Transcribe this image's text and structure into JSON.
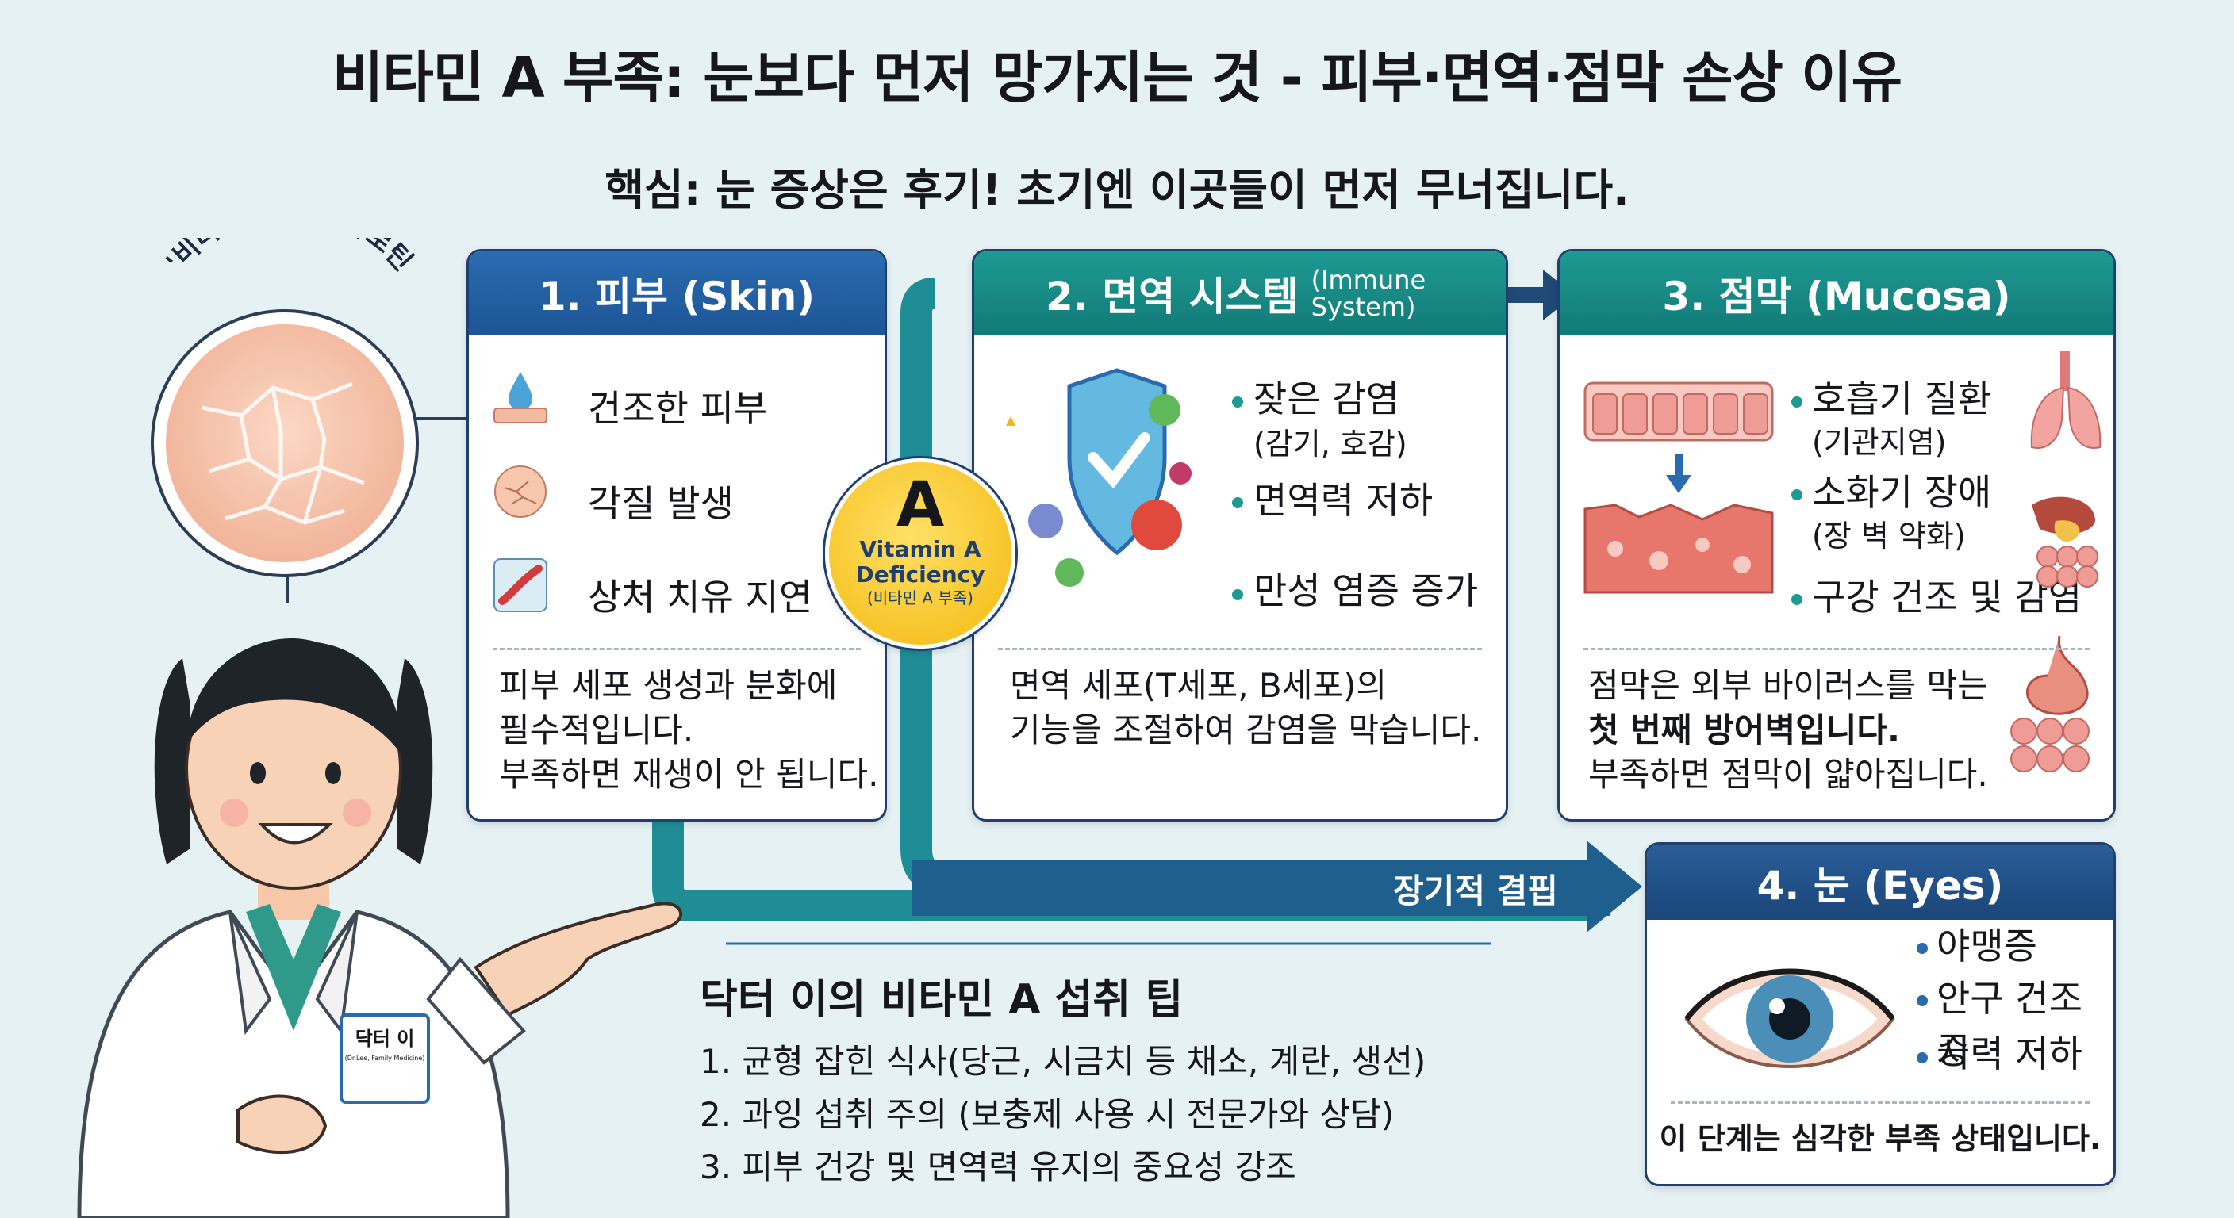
{
  "title": "비타민 A 부족: 눈보다 먼저 망가지는 것 - 피부·면역·점막 손상 이유",
  "subtitle": "핵심: 눈 증상은 후기! 초기엔 이곳들이 먼저 무너집니다.",
  "badge_arc_text": "'비타민 A'·레티카로틴",
  "vitamin_badge": {
    "letter": "A",
    "line1": "Vitamin A",
    "line2": "Deficiency",
    "line3": "(비타민 A 부족)"
  },
  "skin": {
    "header": "1. 피부 (Skin)",
    "items": [
      "건조한 피부",
      "각질 발생",
      "상처 치유 지연"
    ],
    "desc": [
      "피부 세포 생성과 분화에",
      "필수적입니다.",
      "부족하면 재생이 안 됩니다."
    ]
  },
  "immune": {
    "header_main": "2. 면역 시스템",
    "header_sub1": "(Immune",
    "header_sub2": "System)",
    "items": [
      {
        "label": "잦은 감염",
        "sub": "(감기, 호감)"
      },
      {
        "label": "면역력 저하",
        "sub": ""
      },
      {
        "label": "만성 염증 증가",
        "sub": ""
      }
    ],
    "desc": [
      "면역 세포(T세포,  B세포)의",
      "기능을 조절하여 감염을 막습니다."
    ]
  },
  "mucosa": {
    "header": "3. 점막 (Mucosa)",
    "items": [
      {
        "label": "호흡기 질환",
        "sub": "(기관지염)"
      },
      {
        "label": "소화기 장애",
        "sub": "(장 벽 약화)"
      },
      {
        "label": "구강 건조 및 감염",
        "sub": ""
      }
    ],
    "desc": [
      "점막은 외부 바이러스를 막는",
      "첫 번째 방어벽입니다.",
      "부족하면 점막이 얇아집니다."
    ]
  },
  "eyes": {
    "header": "4. 눈 (Eyes)",
    "items": [
      "야맹증",
      "안구 건조증",
      "시력 저하"
    ],
    "desc": "이 단계는 심각한 부족 상태입니다."
  },
  "arrow_label": "장기적 결핍",
  "tips": {
    "title": "닥터 이의 비타민 A 섭취 팁",
    "items": [
      "1. 균형 잡힌 식사(당근, 시금치 등 채소, 계란, 생선)",
      "2. 과잉 섭취 주의 (보충제 사용 시 전문가와 상담)",
      "3. 피부 건강 및 면역력 유지의 중요성 강조"
    ]
  },
  "doctor": {
    "badge_name": "닥터 이",
    "badge_sub": "(Dr.Lee, Family Medicine)"
  },
  "colors": {
    "navy": "#1f3f6e",
    "teal": "#1e9a93",
    "blue": "#2a6bb0",
    "badge_yellow": "#f7c51b",
    "background": "#e6f1f4"
  }
}
